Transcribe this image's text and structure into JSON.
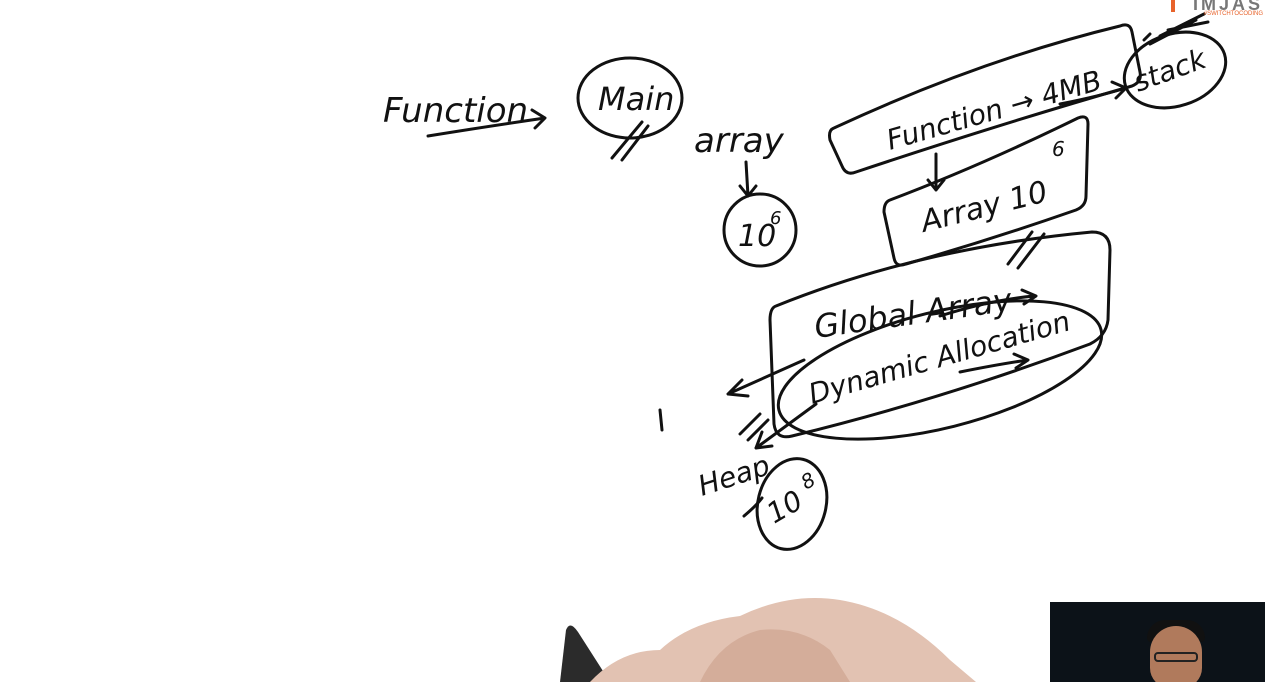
{
  "diagram": {
    "labels": {
      "function": "Function",
      "main": "Main",
      "array": "array",
      "ten6_left": "10",
      "ten6_left_exp": "6",
      "function_4mb": "Function → 4MB",
      "stack": "stack",
      "array_10_6": "Array 10",
      "array_10_6_exp": "6",
      "global_array": "Global Array",
      "dynamic_allocation": "Dynamic Allocation",
      "heap": "Heap",
      "ten8": "10",
      "ten8_exp": "8"
    }
  },
  "logo": {
    "text": "IMJAS",
    "tagline": "#SWITCHTOCODING"
  },
  "webcam": {
    "label": "presenter-webcam"
  }
}
